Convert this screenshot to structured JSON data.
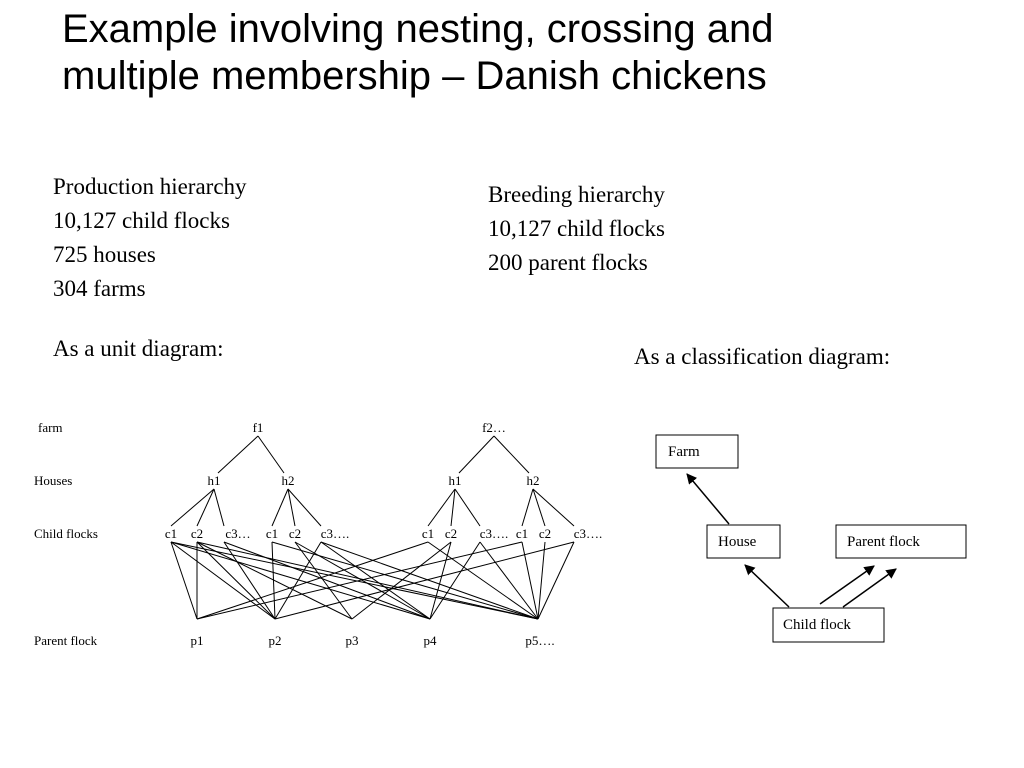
{
  "slide": {
    "title_lines": [
      "Example involving nesting, crossing and",
      "multiple membership – Danish chickens"
    ]
  },
  "production": {
    "heading": "Production hierarchy",
    "lines": [
      "10,127 child flocks",
      "725 houses",
      "304 farms"
    ]
  },
  "breeding": {
    "heading": "Breeding hierarchy",
    "lines": [
      "10,127 child flocks",
      "200 parent flocks"
    ]
  },
  "unit_diagram": {
    "caption": "As a unit diagram:",
    "row_labels": {
      "farm": "farm",
      "houses": "Houses",
      "child_flocks": "Child flocks",
      "parent_flock": "Parent flock"
    },
    "farms": [
      {
        "label": "f1",
        "houses": [
          {
            "label": "h1",
            "children": [
              "c1",
              "c2",
              "c3…"
            ]
          },
          {
            "label": "h2",
            "children": [
              "c1",
              "c2",
              "c3…."
            ]
          }
        ]
      },
      {
        "label": "f2…",
        "houses": [
          {
            "label": "h1",
            "children": [
              "c1",
              "c2",
              "c3…."
            ]
          },
          {
            "label": "h2",
            "children": [
              "c1",
              "c2",
              "c3…."
            ]
          }
        ]
      }
    ],
    "parents": [
      "p1",
      "p2",
      "p3",
      "p4",
      "p5…."
    ]
  },
  "classification_diagram": {
    "caption": "As a classification diagram:",
    "boxes": {
      "farm": "Farm",
      "house": "House",
      "parent_flock": "Parent flock",
      "child_flock": "Child flock"
    },
    "arrows": [
      {
        "from": "house",
        "to": "farm"
      },
      {
        "from": "child_flock",
        "to": "house"
      },
      {
        "from": "child_flock",
        "to": "parent_flock"
      },
      {
        "from": "child_flock",
        "to": "parent_flock"
      }
    ]
  }
}
